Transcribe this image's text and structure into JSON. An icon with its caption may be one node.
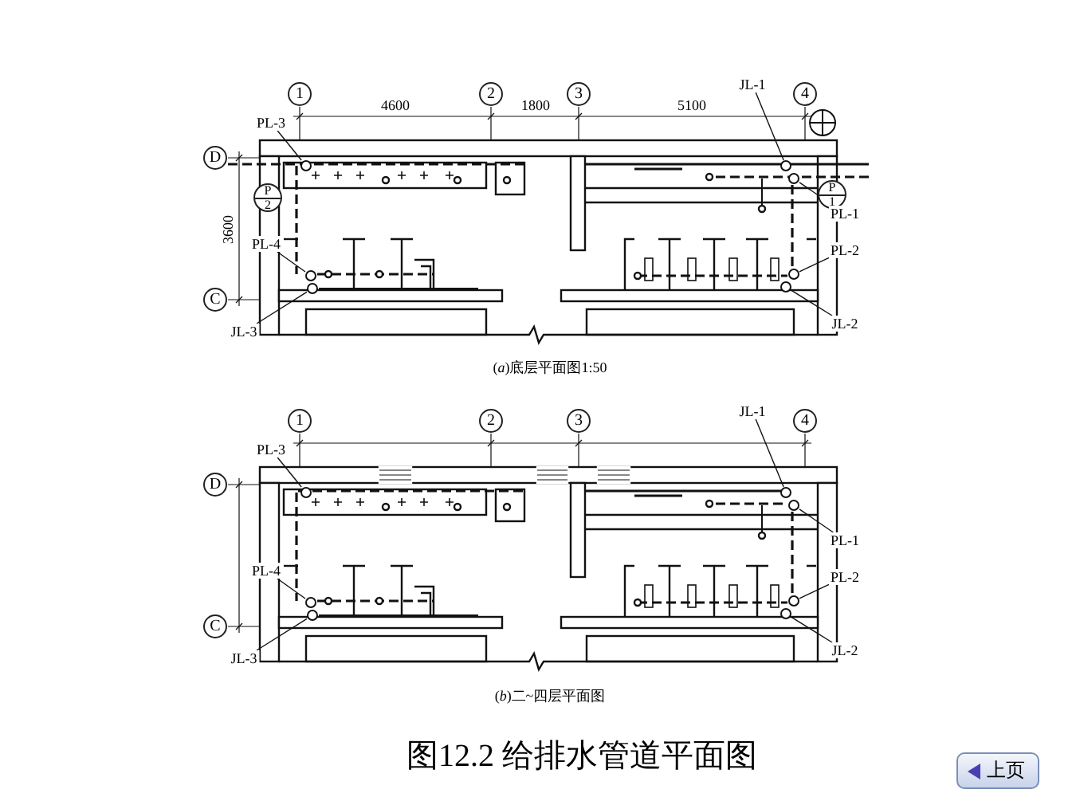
{
  "diagram": {
    "caption": "图12.2 给排水管道平面图",
    "nodes": [
      {
        "text": [
          "1"
        ]
      },
      {
        "text": [
          "2"
        ]
      },
      {
        "text": [
          "3"
        ]
      },
      {
        "text": [
          "4"
        ]
      },
      {
        "text": [
          "D"
        ]
      },
      {
        "text": [
          "C"
        ]
      },
      {
        "text": [
          "P",
          "2"
        ]
      },
      {
        "text": [
          "P",
          "1"
        ]
      },
      {
        "text": [
          "PL-3"
        ]
      },
      {
        "text": [
          "PL-4"
        ]
      },
      {
        "text": [
          "JL-3"
        ]
      },
      {
        "text": [
          "JL-1"
        ]
      },
      {
        "text": [
          "PL-1"
        ]
      },
      {
        "text": [
          "PL-2"
        ]
      },
      {
        "text": [
          "JL-2"
        ]
      },
      {
        "text": [],
        "shape": "circle"
      },
      {
        "text": [],
        "shape": "circle"
      },
      {
        "text": [],
        "shape": "circle"
      },
      {
        "text": [],
        "shape": "circle"
      },
      {
        "text": [],
        "shape": "circle"
      },
      {
        "text": [],
        "shape": "circle"
      },
      {
        "text": [],
        "shape": "circle"
      },
      {
        "text": [
          "1"
        ]
      },
      {
        "text": [
          "2"
        ]
      },
      {
        "text": [
          "3"
        ]
      },
      {
        "text": [
          "4"
        ]
      },
      {
        "text": [
          "D"
        ]
      },
      {
        "text": [
          "C"
        ]
      },
      {
        "text": [
          "PL-3"
        ]
      },
      {
        "text": [
          "PL-4"
        ]
      },
      {
        "text": [
          "JL-3"
        ]
      },
      {
        "text": [
          "JL-1"
        ]
      },
      {
        "text": [
          "PL-1"
        ]
      },
      {
        "text": [
          "PL-2"
        ]
      },
      {
        "text": [
          "JL-2"
        ]
      },
      {
        "text": [],
        "shape": "circle"
      },
      {
        "text": [],
        "shape": "circle"
      },
      {
        "text": [],
        "shape": "circle"
      },
      {
        "text": [],
        "shape": "circle"
      },
      {
        "text": [],
        "shape": "circle"
      },
      {
        "text": [],
        "shape": "circle"
      },
      {
        "text": [],
        "shape": "circle"
      }
    ],
    "edges": [
      {
        "from": 8,
        "to": 15,
        "arrow": "none"
      },
      {
        "from": 9,
        "to": 16,
        "arrow": "none"
      },
      {
        "from": 10,
        "to": 17,
        "arrow": "none"
      },
      {
        "from": 11,
        "to": 18,
        "arrow": "none"
      },
      {
        "from": 12,
        "to": 19,
        "arrow": "none"
      },
      {
        "from": 13,
        "to": 20,
        "arrow": "none"
      },
      {
        "from": 14,
        "to": 21,
        "arrow": "none"
      },
      {
        "from": 28,
        "to": 35,
        "arrow": "none"
      },
      {
        "from": 29,
        "to": 36,
        "arrow": "none"
      },
      {
        "from": 30,
        "to": 37,
        "arrow": "none"
      },
      {
        "from": 31,
        "to": 38,
        "arrow": "none"
      },
      {
        "from": 32,
        "to": 39,
        "arrow": "none"
      },
      {
        "from": 33,
        "to": 40,
        "arrow": "none"
      },
      {
        "from": 34,
        "to": 41,
        "arrow": "none"
      }
    ],
    "labels": [
      "4600",
      "1800",
      "5100",
      "3600",
      "(*a*)底层平面图1:50",
      "(*b*)二~四层平面图",
      "上页"
    ]
  }
}
